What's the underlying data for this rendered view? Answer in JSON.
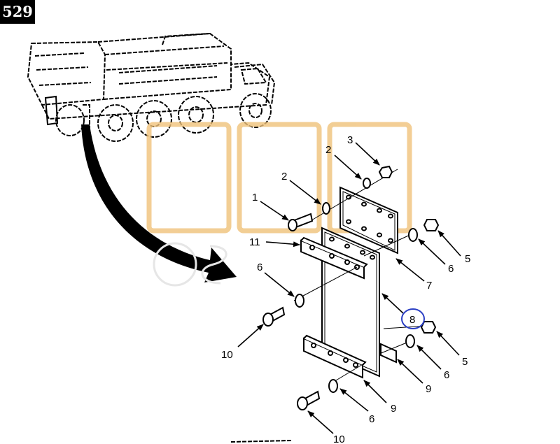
{
  "figure_number": "529",
  "callouts": {
    "c1": "1",
    "c2a": "2",
    "c2b": "2",
    "c3": "3",
    "c5a": "5",
    "c5b": "5",
    "c6a": "6",
    "c6b": "6",
    "c6c": "6",
    "c6d": "6",
    "c7": "7",
    "c8": "8",
    "c9a": "9",
    "c9b": "9",
    "c10a": "10",
    "c10b": "10",
    "c11": "11"
  },
  "colors": {
    "line": "#000000",
    "highlight_circle": "#2b3fc4",
    "watermark": "#f0c27a"
  },
  "icons": [
    "dump-truck-illustration",
    "curved-arrow-icon"
  ]
}
